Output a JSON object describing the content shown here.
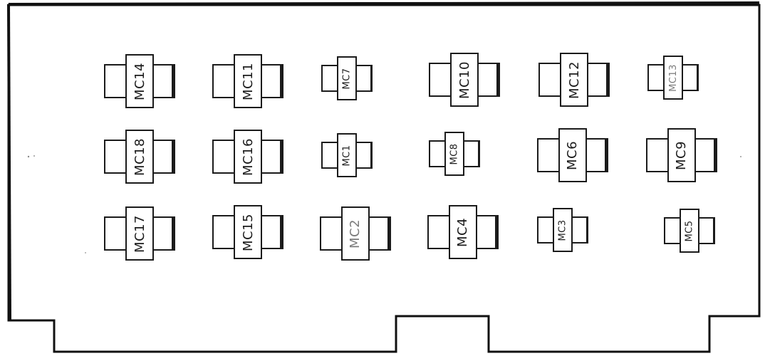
{
  "diagram": {
    "chips": [
      {
        "label": "MC14"
      },
      {
        "label": "MC11"
      },
      {
        "label": "MC7"
      },
      {
        "label": "MC10"
      },
      {
        "label": "MC12"
      },
      {
        "label": "MC13"
      },
      {
        "label": "MC18"
      },
      {
        "label": "MC16"
      },
      {
        "label": "MC1"
      },
      {
        "label": "MC8"
      },
      {
        "label": "MC6"
      },
      {
        "label": "MC9"
      },
      {
        "label": "MC17"
      },
      {
        "label": "MC15"
      },
      {
        "label": "MC2"
      },
      {
        "label": "MC4"
      },
      {
        "label": "MC3"
      },
      {
        "label": "MC5"
      }
    ]
  }
}
